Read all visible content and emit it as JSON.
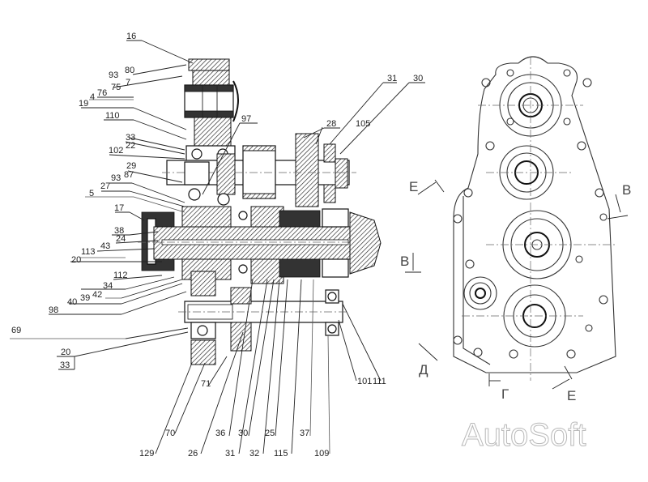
{
  "watermark": "AutoSoft",
  "callouts": {
    "c16": "16",
    "c93a": "93",
    "c80": "80",
    "c75": "75",
    "c7": "7",
    "c76": "76",
    "c4": "4",
    "c19": "19",
    "c110": "110",
    "c33a": "33",
    "c22": "22",
    "c102": "102",
    "c29": "29",
    "c93b": "93",
    "c87": "87",
    "c27": "27",
    "c5": "5",
    "c17": "17",
    "c38": "38",
    "c24": "24",
    "c43": "43",
    "c113": "113",
    "c20a": "20",
    "c112": "112",
    "c34": "34",
    "c42": "42",
    "c39": "39",
    "c40": "40",
    "c98": "98",
    "c69": "69",
    "c20b": "20",
    "c33b": "33",
    "c97": "97",
    "c28": "28",
    "c105": "105",
    "c31a": "31",
    "c30": "30",
    "c71": "71",
    "c129": "129",
    "c70": "70",
    "c26": "26",
    "c36": "36",
    "c31b": "31",
    "c30b": "30",
    "c32": "32",
    "c25": "25",
    "c115": "115",
    "c37": "37",
    "c109": "109",
    "c101": "101",
    "c111": "111"
  },
  "section_marks": {
    "e_left": "Е",
    "v_right": "В",
    "v_left": "В",
    "d": "Д",
    "g": "Г",
    "e_bottom": "Е"
  }
}
